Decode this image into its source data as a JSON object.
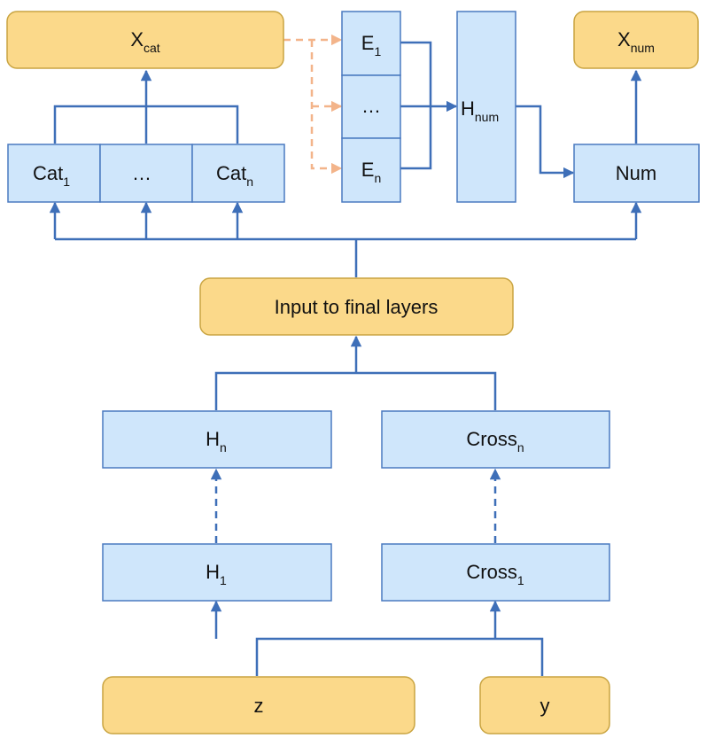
{
  "nodes": {
    "x_cat": {
      "main": "X",
      "sub": "cat"
    },
    "x_num": {
      "main": "X",
      "sub": "num"
    },
    "e1": {
      "main": "E",
      "sub": "1"
    },
    "e_mid": {
      "main": "…",
      "sub": ""
    },
    "en": {
      "main": "E",
      "sub": "n"
    },
    "h_num": {
      "main": "H",
      "sub": "num"
    },
    "cat1": {
      "main": "Cat",
      "sub": "1"
    },
    "cat_mid": {
      "main": "…",
      "sub": ""
    },
    "catn": {
      "main": "Cat",
      "sub": "n"
    },
    "num": {
      "main": "Num",
      "sub": ""
    },
    "input_final": {
      "main": "Input to final layers",
      "sub": ""
    },
    "hn": {
      "main": "H",
      "sub": "n"
    },
    "crossn": {
      "main": "Cross",
      "sub": "n"
    },
    "h1": {
      "main": "H",
      "sub": "1"
    },
    "cross1": {
      "main": "Cross",
      "sub": "1"
    },
    "z": {
      "main": "z",
      "sub": ""
    },
    "y": {
      "main": "y",
      "sub": ""
    }
  },
  "colors": {
    "input_output_fill": "#fbd98a",
    "layer_fill": "#cfe6fb",
    "connector": "#3e6fb8",
    "embedding_connector": "#f3b48a"
  }
}
